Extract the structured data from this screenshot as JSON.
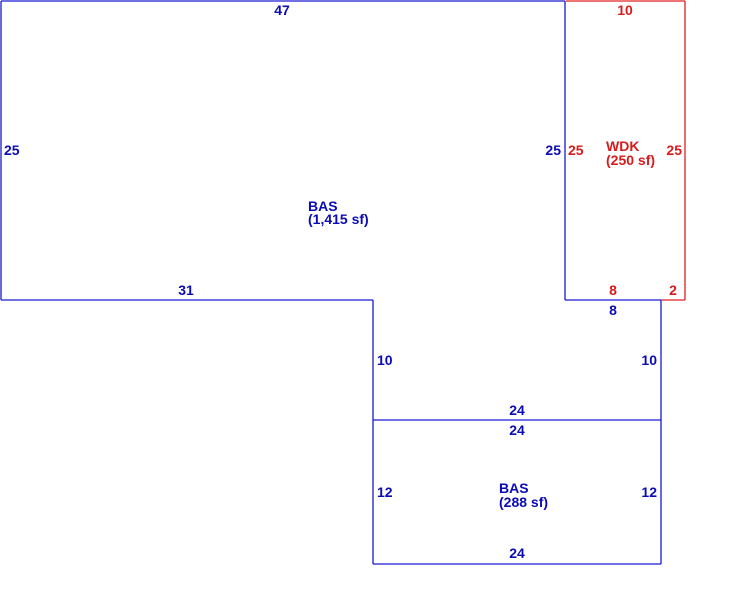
{
  "colors": {
    "bas": "#1a1ad0",
    "wdk": "#e02020"
  },
  "areas": {
    "bas_main": {
      "code": "BAS",
      "area": "(1,415 sf)"
    },
    "wdk": {
      "code": "WDK",
      "area": "(250 sf)"
    },
    "bas_lower": {
      "code": "BAS",
      "area": "(288 sf)"
    }
  },
  "dimensions": {
    "bas_main_top": "47",
    "bas_main_left": "25",
    "bas_main_bottom": "31",
    "bas_main_right": "25",
    "wdk_top": "10",
    "wdk_left": "25",
    "wdk_right": "25",
    "wdk_bottom_left": "8",
    "wdk_bottom_right": "2",
    "ext_bottom_right": "8",
    "ext_left": "10",
    "ext_right": "10",
    "ext_bottom": "24",
    "lower_top": "24",
    "lower_left": "12",
    "lower_right": "12",
    "lower_bottom": "24"
  }
}
